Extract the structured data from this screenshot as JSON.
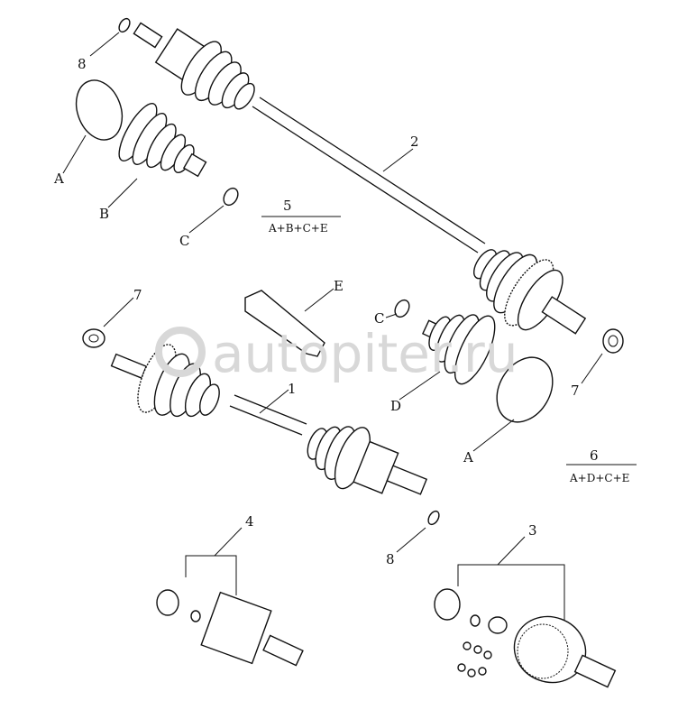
{
  "labels": {
    "top_8": "8",
    "shaft_2": "2",
    "clamp_A_top": "A",
    "boot_B": "B",
    "clamp_C_top": "C",
    "kit_5": "5",
    "kit_5_contents": "A+B+C+E",
    "grease_E": "E",
    "nut_7_left": "7",
    "clamp_C_mid": "C",
    "boot_D": "D",
    "clamp_A_mid": "A",
    "nut_7_right": "7",
    "shaft_1": "1",
    "kit_6": "6",
    "kit_6_contents": "A+D+C+E",
    "ring_8_bottom": "8",
    "joint_4": "4",
    "joint_3": "3"
  },
  "watermark": "autopiter.ru"
}
